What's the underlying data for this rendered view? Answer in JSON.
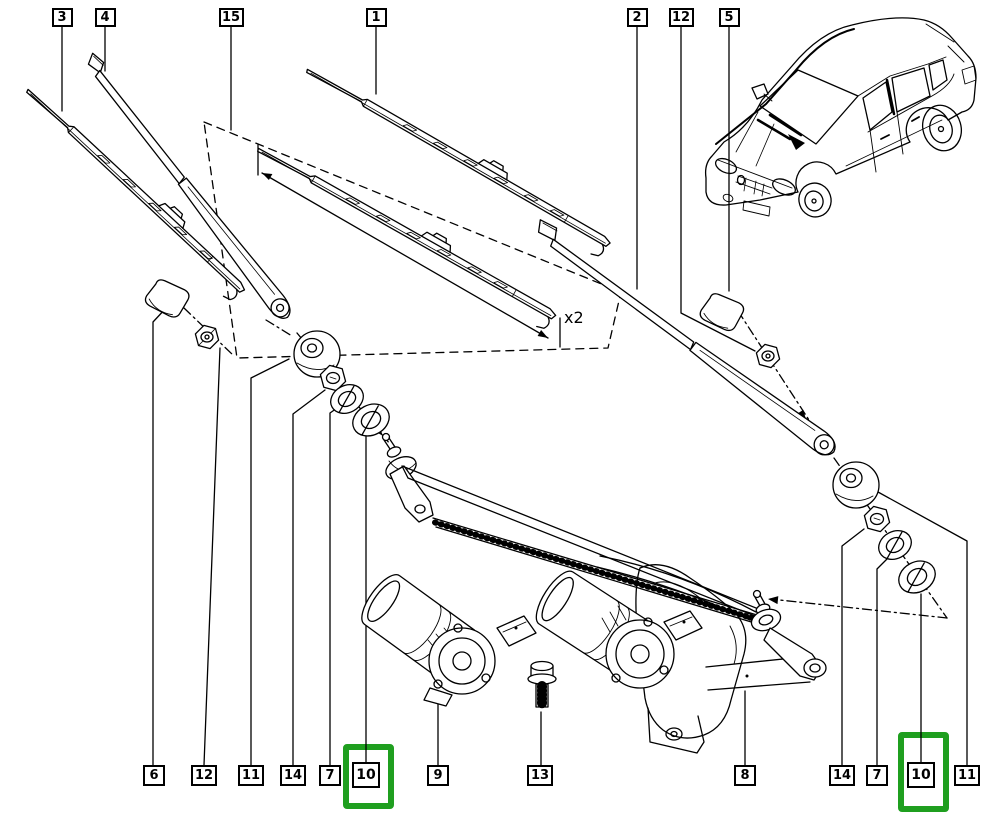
{
  "callouts": {
    "top": [
      {
        "label": "3"
      },
      {
        "label": "4"
      },
      {
        "label": "15"
      },
      {
        "label": "1"
      },
      {
        "label": "2"
      },
      {
        "label": "12"
      },
      {
        "label": "5"
      }
    ],
    "bottom": [
      {
        "label": "6"
      },
      {
        "label": "12"
      },
      {
        "label": "11"
      },
      {
        "label": "14"
      },
      {
        "label": "7"
      },
      {
        "label": "10",
        "highlighted": true
      },
      {
        "label": "9"
      },
      {
        "label": "13"
      },
      {
        "label": "8"
      },
      {
        "label": "14"
      },
      {
        "label": "7"
      },
      {
        "label": "10",
        "highlighted": true
      },
      {
        "label": "11"
      }
    ]
  },
  "annotations": {
    "quantity_note": "x2"
  },
  "colors": {
    "highlight_green": "#1f9f1f",
    "line_color": "#000000",
    "background": "#ffffff"
  }
}
